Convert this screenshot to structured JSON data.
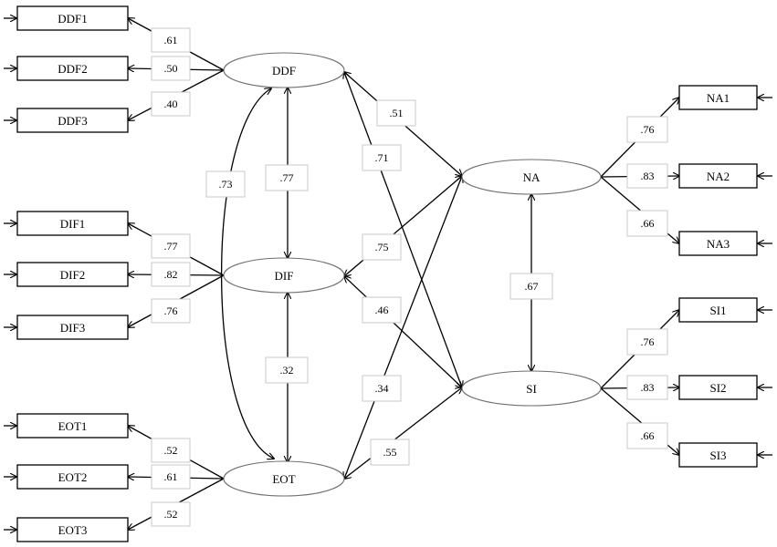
{
  "latent": {
    "ddf": "DDF",
    "dif": "DIF",
    "eot": "EOT",
    "na": "NA",
    "si": "SI"
  },
  "indicators": {
    "ddf1": "DDF1",
    "ddf2": "DDF2",
    "ddf3": "DDF3",
    "dif1": "DIF1",
    "dif2": "DIF2",
    "dif3": "DIF3",
    "eot1": "EOT1",
    "eot2": "EOT2",
    "eot3": "EOT3",
    "na1": "NA1",
    "na2": "NA2",
    "na3": "NA3",
    "si1": "SI1",
    "si2": "SI2",
    "si3": "SI3"
  },
  "loadings": {
    "ddf1": ".61",
    "ddf2": ".50",
    "ddf3": ".40",
    "dif1": ".77",
    "dif2": ".82",
    "dif3": ".76",
    "eot1": ".52",
    "eot2": ".61",
    "eot3": ".52",
    "na1": ".76",
    "na2": ".83",
    "na3": ".66",
    "si1": ".76",
    "si2": ".83",
    "si3": ".66"
  },
  "correlations": {
    "ddf_eot": ".73",
    "ddf_dif": ".77",
    "dif_eot": ".32",
    "na_si": ".67"
  },
  "paths": {
    "ddf_na": ".51",
    "ddf_si": ".71",
    "dif_na": ".75",
    "dif_si": ".46",
    "eot_na": ".34",
    "eot_si": ".55"
  }
}
